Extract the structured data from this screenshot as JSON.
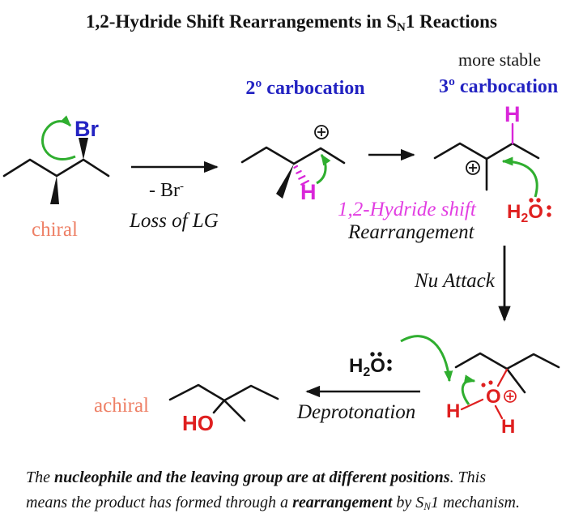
{
  "title": {
    "part1": "1,2-Hydride Shift Rearrangements in S",
    "sub": "N",
    "part2": "1 Reactions"
  },
  "reactant": {
    "br": "Br",
    "tag": "chiral"
  },
  "step1": {
    "label": "- Br",
    "label_sup": "-",
    "caption": "Loss of LG"
  },
  "cation2": {
    "label": "2º carbocation",
    "h": "H"
  },
  "shift": {
    "line1": "1,2-Hydride shift",
    "line2": "Rearrangement"
  },
  "cation3": {
    "note": "more stable",
    "label": "3º carbocation",
    "h": "H",
    "h2o": {
      "h": "H",
      "sub": "2",
      "o": "O"
    }
  },
  "nu": {
    "caption": "Nu Attack"
  },
  "depro": {
    "h2o": {
      "h": "H",
      "sub": "2",
      "o": "O"
    },
    "caption": "Deprotonation"
  },
  "oxonium": {
    "o": "O",
    "h_left": "H",
    "h_right": "H"
  },
  "product": {
    "oh": "HO",
    "tag": "achiral"
  },
  "footer": {
    "l1a": "The ",
    "l1b": "nucleophile and the leaving group are at different positions",
    "l1c": ". This",
    "l2a": "means the product has formed through a ",
    "l2b": "rearrangement",
    "l2c": " by S",
    "l2sub": "N",
    "l2d": "1 mechanism."
  },
  "colors": {
    "blue": "#2323c2",
    "magenta": "#d926d9",
    "magenta_text": "#e23ee2",
    "green": "#2fae2f",
    "red": "#df2020",
    "orange": "#ee8066",
    "ink": "#141414"
  }
}
